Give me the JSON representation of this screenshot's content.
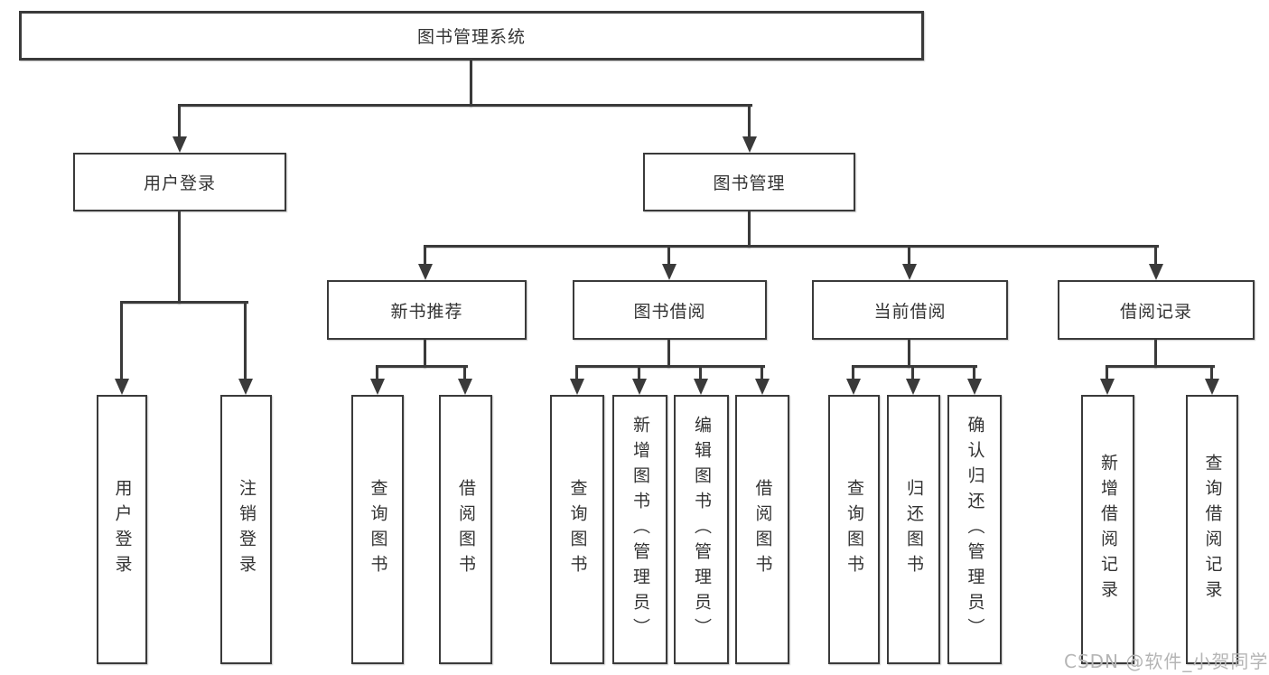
{
  "colors": {
    "line": "#3a3a3a",
    "border": "#3a3a3a",
    "text": "#333333",
    "watermark": "#b5b5b5",
    "background": "#ffffff"
  },
  "tree": {
    "root": {
      "label": "图书管理系统"
    },
    "branches": [
      {
        "label": "用户登录",
        "children": [
          {
            "label": "用户登录"
          },
          {
            "label": "注销登录"
          }
        ]
      },
      {
        "label": "图书管理",
        "children": [
          {
            "label": "新书推荐",
            "children": [
              {
                "label": "查询图书"
              },
              {
                "label": "借阅图书"
              }
            ]
          },
          {
            "label": "图书借阅",
            "children": [
              {
                "label": "查询图书"
              },
              {
                "label": "新增图书（管理员）"
              },
              {
                "label": "编辑图书（管理员）"
              },
              {
                "label": "借阅图书"
              }
            ]
          },
          {
            "label": "当前借阅",
            "children": [
              {
                "label": "查询图书"
              },
              {
                "label": "归还图书"
              },
              {
                "label": "确认归还（管理员）"
              }
            ]
          },
          {
            "label": "借阅记录",
            "children": [
              {
                "label": "新增借阅记录"
              },
              {
                "label": "查询借阅记录"
              }
            ]
          }
        ]
      }
    ]
  },
  "watermark": {
    "text": "CSDN @软件_小贺同学"
  }
}
